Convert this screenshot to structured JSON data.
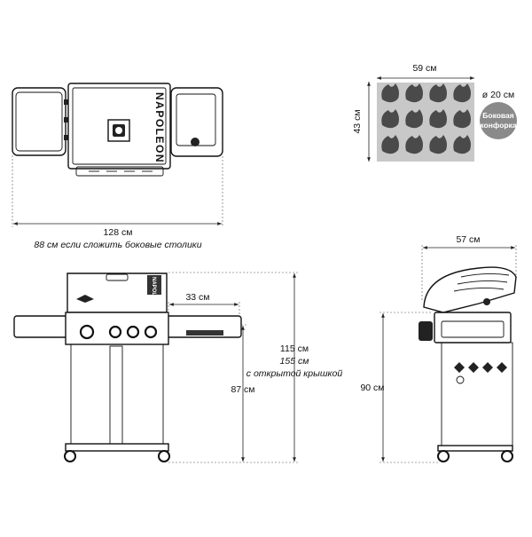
{
  "diagram": {
    "brand": "NAPOLEON",
    "top_view": {
      "width_label": "128 см",
      "folded_label": "88 см если сложить боковые столики"
    },
    "cooking_area": {
      "width_label": "59 см",
      "depth_label": "43 см",
      "burner_diameter_label": "ø 20 см",
      "side_burner_label_line1": "Боковая",
      "side_burner_label_line2": "конфорка",
      "steak_count": 12,
      "colors": {
        "panel": "#c8c8c8",
        "steak": "#4a4a4a",
        "badge": "#8a8a8a"
      }
    },
    "front_view": {
      "side_table_label": "33 см",
      "closed_height_label": "115 см",
      "open_height_label": "155 см",
      "open_height_note": "с открытой крышкой",
      "work_height_label": "87 см",
      "knob_count": 4
    },
    "side_view": {
      "depth_label": "57 см",
      "height_label": "90 см"
    }
  }
}
